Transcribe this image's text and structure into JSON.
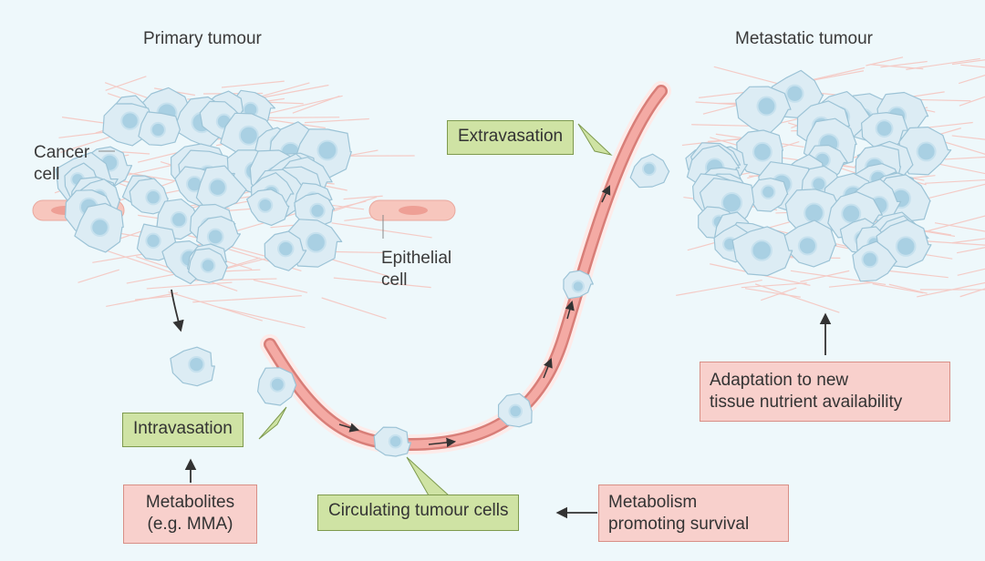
{
  "labels": {
    "primary_tumour": "Primary tumour",
    "metastatic_tumour": "Metastatic tumour",
    "cancer_cell": "Cancer\ncell",
    "epithelial_cell": "Epithelial\ncell"
  },
  "callouts": {
    "intravasation": "Intravasation",
    "extravasation": "Extravasation",
    "circulating": "Circulating tumour cells"
  },
  "notes": {
    "metabolites": "Metabolites\n(e.g. MMA)",
    "metabolism": "Metabolism\npromoting survival",
    "adaptation": "Adaptation to new\ntissue nutrient availability"
  },
  "colors": {
    "background": "#eef8fb",
    "cell_fill": "#dcecf4",
    "nucleus": "#a9d0e3",
    "vessel": "#f0a4a0",
    "fiber": "#f4cbc6",
    "green_box": "#cfe3a4",
    "pink_box": "#f8d0cc"
  }
}
